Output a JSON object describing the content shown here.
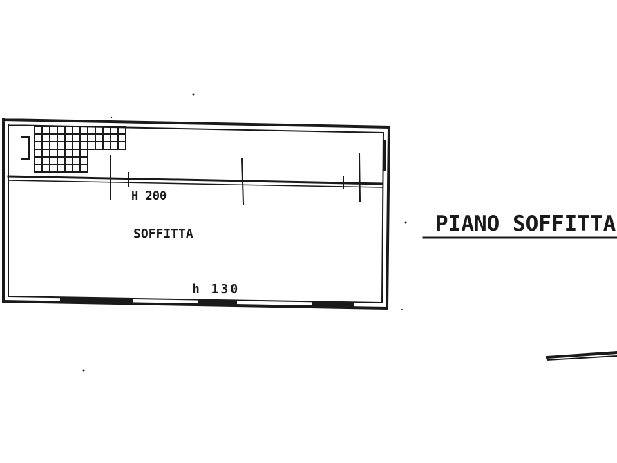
{
  "plan": {
    "title": "PIANO SOFFITTA",
    "room_name": "SOFFITTA",
    "height_label": "H 200",
    "height_label_low": "h 130"
  },
  "colors": {
    "ink": "#1a1a1a",
    "paper": "#ffffff"
  }
}
